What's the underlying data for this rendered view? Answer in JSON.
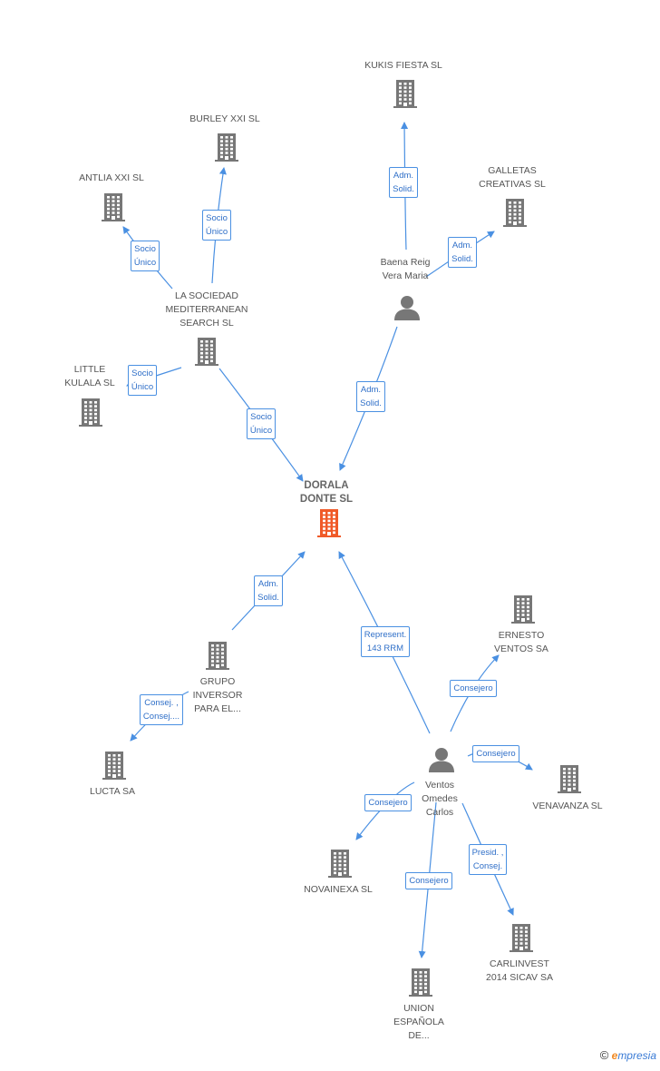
{
  "nodes": {
    "dorala": {
      "label": [
        "DORALA",
        "DONTE SL"
      ],
      "kind": "company",
      "color": "#f05a28"
    },
    "kukis": {
      "label": [
        "KUKIS FIESTA SL"
      ],
      "kind": "company"
    },
    "burley": {
      "label": [
        "BURLEY XXI  SL"
      ],
      "kind": "company"
    },
    "antlia": {
      "label": [
        "ANTLIA XXI SL"
      ],
      "kind": "company"
    },
    "galletas": {
      "label": [
        "GALLETAS",
        "CREATIVAS SL"
      ],
      "kind": "company"
    },
    "baena": {
      "label": [
        "Baena Reig",
        "Vera Maria"
      ],
      "kind": "person"
    },
    "mediterranean": {
      "label": [
        "LA SOCIEDAD",
        "MEDITERRANEAN",
        "SEARCH  SL"
      ],
      "kind": "company"
    },
    "little": {
      "label": [
        "LITTLE",
        "KULALA  SL"
      ],
      "kind": "company"
    },
    "ernesto": {
      "label": [
        "ERNESTO",
        "VENTOS SA"
      ],
      "kind": "company"
    },
    "grupo": {
      "label": [
        "GRUPO",
        "INVERSOR",
        "PARA EL..."
      ],
      "kind": "company"
    },
    "lucta": {
      "label": [
        "LUCTA SA"
      ],
      "kind": "company"
    },
    "ventos": {
      "label": [
        "Ventos",
        "Omedes",
        "Carlos"
      ],
      "kind": "person"
    },
    "venavanza": {
      "label": [
        "VENAVANZA SL"
      ],
      "kind": "company"
    },
    "novainexa": {
      "label": [
        "NOVAINEXA SL"
      ],
      "kind": "company"
    },
    "carlinvest": {
      "label": [
        "CARLINVEST",
        "2014 SICAV SA"
      ],
      "kind": "company"
    },
    "union": {
      "label": [
        "UNION",
        "ESPAÑOLA",
        "DE..."
      ],
      "kind": "company"
    }
  },
  "edges": [
    {
      "id": "e1",
      "from": "baena",
      "to": "kukis",
      "label": [
        "Adm.",
        "Solid."
      ]
    },
    {
      "id": "e2",
      "from": "baena",
      "to": "galletas",
      "label": [
        "Adm.",
        "Solid."
      ]
    },
    {
      "id": "e3",
      "from": "mediterranean",
      "to": "burley",
      "label": [
        "Socio",
        "Único"
      ]
    },
    {
      "id": "e4",
      "from": "mediterranean",
      "to": "antlia",
      "label": [
        "Socio",
        "Único"
      ]
    },
    {
      "id": "e5",
      "from": "mediterranean",
      "to": "little",
      "label": [
        "Socio",
        "Único"
      ]
    },
    {
      "id": "e6",
      "from": "mediterranean",
      "to": "dorala",
      "label": [
        "Socio",
        "Único"
      ]
    },
    {
      "id": "e7",
      "from": "baena",
      "to": "dorala",
      "label": [
        "Adm.",
        "Solid."
      ]
    },
    {
      "id": "e8",
      "from": "grupo",
      "to": "dorala",
      "label": [
        "Adm.",
        "Solid."
      ]
    },
    {
      "id": "e9",
      "from": "ventos",
      "to": "dorala",
      "label": [
        "Represent.",
        "143 RRM"
      ]
    },
    {
      "id": "e10",
      "from": "grupo",
      "to": "lucta",
      "label": [
        "Consej. ,",
        "Consej...."
      ]
    },
    {
      "id": "e11",
      "from": "ventos",
      "to": "ernesto",
      "label": [
        "Consejero"
      ]
    },
    {
      "id": "e12",
      "from": "ventos",
      "to": "venavanza",
      "label": [
        "Consejero"
      ]
    },
    {
      "id": "e13",
      "from": "ventos",
      "to": "novainexa",
      "label": [
        "Consejero"
      ]
    },
    {
      "id": "e14",
      "from": "ventos",
      "to": "union",
      "label": [
        "Consejero"
      ]
    },
    {
      "id": "e15",
      "from": "ventos",
      "to": "carlinvest",
      "label": [
        "Presid. ,",
        "Consej."
      ]
    }
  ],
  "colors": {
    "edge": "#4a90e2",
    "icon": "#777777",
    "center": "#f05a28"
  },
  "brand": {
    "copyright": "©",
    "initial": "e",
    "rest": "mpresia"
  }
}
